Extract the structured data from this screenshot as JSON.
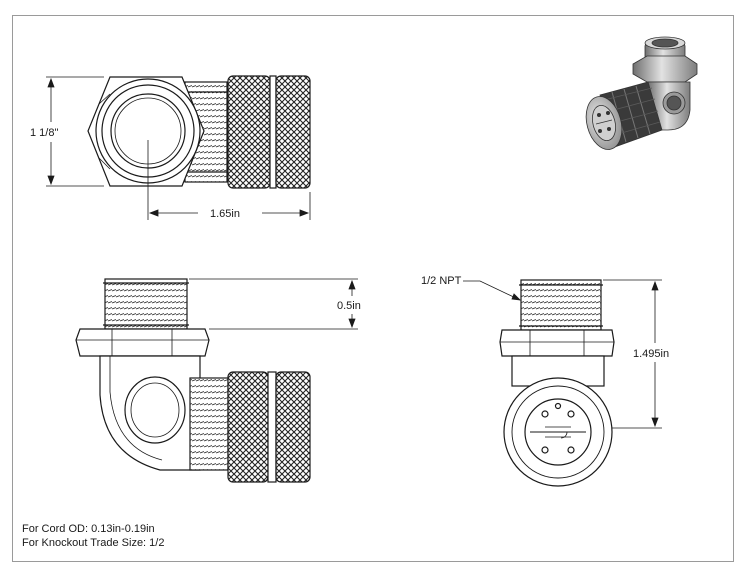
{
  "dimensions": {
    "hex_height": "1 1/8\"",
    "overall_length": "1.65in",
    "thread_length": "0.5in",
    "thread_spec": "1/2 NPT",
    "overall_height": "1.495in"
  },
  "notes": {
    "cord_od": "For Cord OD: 0.13in-0.19in",
    "knockout_size": "For Knockout Trade Size: 1/2"
  }
}
